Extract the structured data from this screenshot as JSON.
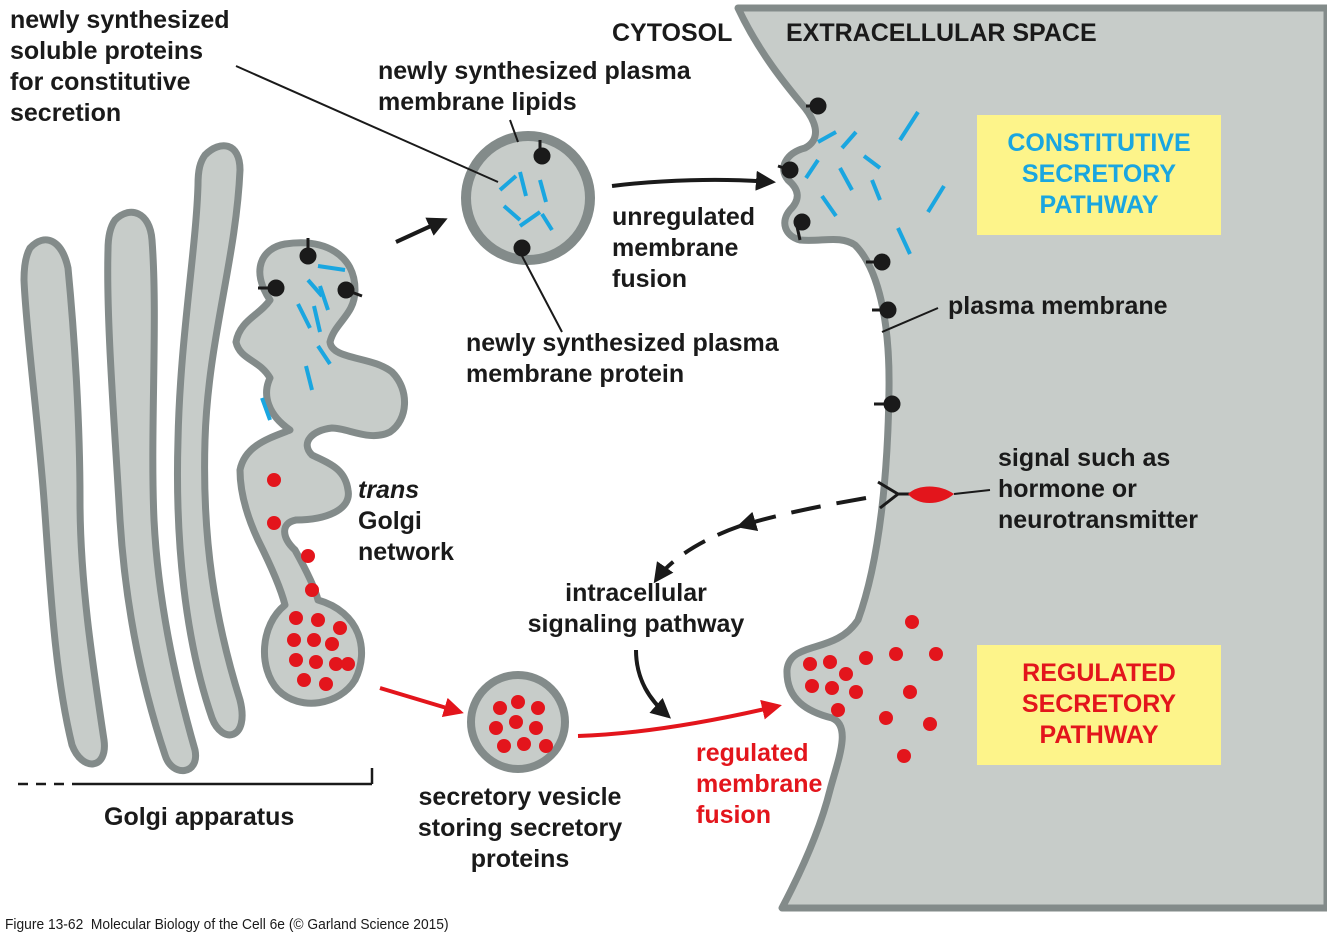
{
  "regions": {
    "cytosol": "CYTOSOL",
    "extracellular": "EXTRACELLULAR SPACE"
  },
  "labels": {
    "soluble_proteins": "newly synthesized\nsoluble proteins\nfor constitutive\nsecretion",
    "pm_lipids": "newly synthesized plasma\nmembrane lipids",
    "unregulated_fusion": "unregulated\nmembrane\nfusion",
    "pm_protein": "newly synthesized plasma\nmembrane protein",
    "plasma_membrane": "plasma membrane",
    "signal": "signal such as\nhormone or\nneurotransmitter",
    "intracellular_signaling": "intracellular\nsignaling pathway",
    "tgn_italic": "trans",
    "tgn_rest": "Golgi\nnetwork",
    "regulated_fusion": "regulated\nmembrane\nfusion",
    "secretory_vesicle": "secretory vesicle\nstoring secretory\nproteins",
    "golgi_apparatus": "Golgi apparatus"
  },
  "boxes": {
    "constitutive": "CONSTITUTIVE\nSECRETORY\nPATHWAY",
    "regulated": "REGULATED\nSECRETORY\nPATHWAY"
  },
  "caption": "Figure 13-62  Molecular Biology of the Cell 6e (© Garland Science 2015)",
  "colors": {
    "membrane": "#838b8a",
    "lumen": "#c7ccc9",
    "soluble_cargo": "#1aa6e0",
    "regulated_cargo": "#e3151c",
    "highlight_box": "#fdf48a",
    "text": "#1a1a1a"
  }
}
